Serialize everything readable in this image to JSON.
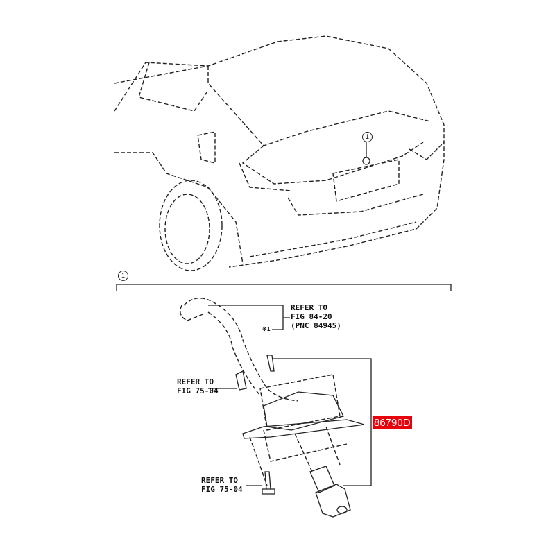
{
  "callouts": {
    "car": "1",
    "section": "1"
  },
  "labels": {
    "ref_harness": [
      "REFER TO",
      "FIG 84-20",
      "(PNC 84945)"
    ],
    "harness_mark": "※1",
    "ref_clip": [
      "REFER TO",
      "FIG 75-04"
    ],
    "ref_bolt": [
      "REFER TO",
      "FIG 75-04"
    ]
  },
  "part_number": "86790D",
  "colors": {
    "highlight": "#e8000b",
    "line": "#222222"
  }
}
